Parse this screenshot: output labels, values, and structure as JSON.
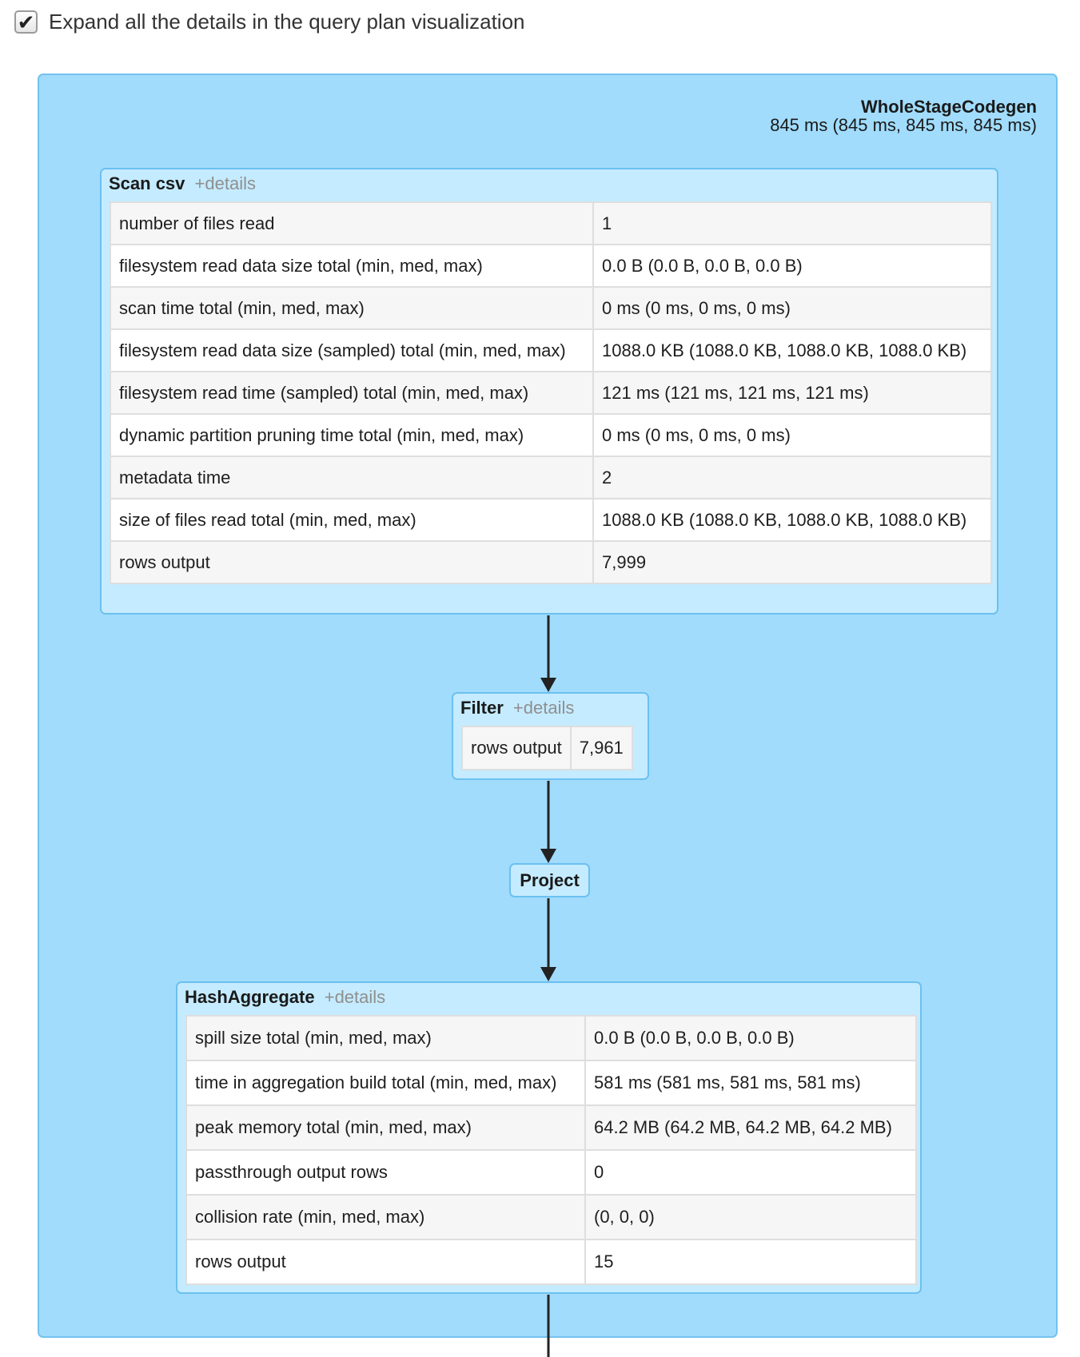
{
  "toolbar": {
    "expand_checked": true,
    "check_glyph": "✔",
    "expand_label": "Expand all the details in the query plan visualization"
  },
  "cluster": {
    "name": "WholeStageCodegen",
    "timing": "845 ms (845 ms, 845 ms, 845 ms)"
  },
  "nodes": {
    "scan": {
      "name": "Scan csv",
      "details_label": "+details",
      "metrics": [
        {
          "k": "number of files read",
          "v": "1"
        },
        {
          "k": "filesystem read data size total (min, med, max)",
          "v": "0.0 B (0.0 B, 0.0 B, 0.0 B)"
        },
        {
          "k": "scan time total (min, med, max)",
          "v": "0 ms (0 ms, 0 ms, 0 ms)"
        },
        {
          "k": "filesystem read data size (sampled) total (min, med, max)",
          "v": "1088.0 KB (1088.0 KB, 1088.0 KB, 1088.0 KB)"
        },
        {
          "k": "filesystem read time (sampled) total (min, med, max)",
          "v": "121 ms (121 ms, 121 ms, 121 ms)"
        },
        {
          "k": "dynamic partition pruning time total (min, med, max)",
          "v": "0 ms (0 ms, 0 ms, 0 ms)"
        },
        {
          "k": "metadata time",
          "v": "2"
        },
        {
          "k": "size of files read total (min, med, max)",
          "v": "1088.0 KB (1088.0 KB, 1088.0 KB, 1088.0 KB)"
        },
        {
          "k": "rows output",
          "v": "7,999"
        }
      ]
    },
    "filter": {
      "name": "Filter",
      "details_label": "+details",
      "metrics": [
        {
          "k": "rows output",
          "v": "7,961"
        }
      ]
    },
    "project": {
      "name": "Project"
    },
    "hash": {
      "name": "HashAggregate",
      "details_label": "+details",
      "metrics": [
        {
          "k": "spill size total (min, med, max)",
          "v": "0.0 B (0.0 B, 0.0 B, 0.0 B)"
        },
        {
          "k": "time in aggregation build total (min, med, max)",
          "v": "581 ms (581 ms, 581 ms, 581 ms)"
        },
        {
          "k": "peak memory total (min, med, max)",
          "v": "64.2 MB (64.2 MB, 64.2 MB, 64.2 MB)"
        },
        {
          "k": "passthrough output rows",
          "v": "0"
        },
        {
          "k": "collision rate (min, med, max)",
          "v": "(0, 0, 0)"
        },
        {
          "k": "rows output",
          "v": "15"
        }
      ]
    }
  },
  "colors": {
    "cluster_fill": "#a1dcfc",
    "node_fill": "#c4ebff",
    "edge": "#222222"
  }
}
